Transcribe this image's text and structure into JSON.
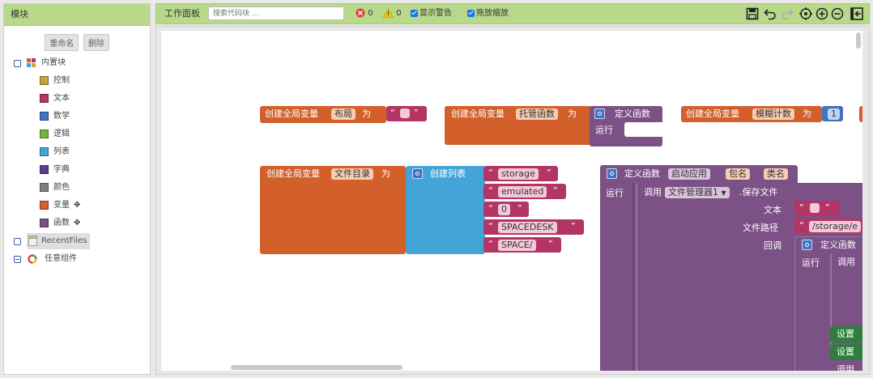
{
  "left_panel": {
    "title": "模块",
    "rename_button": "重命名",
    "delete_button": "删除",
    "tree": [
      {
        "label": "内置块",
        "icon": "builtin-blocks-icon"
      },
      {
        "label": "控制",
        "color": "#c8a43b"
      },
      {
        "label": "文本",
        "color": "#b33566"
      },
      {
        "label": "数学",
        "color": "#3f73c4"
      },
      {
        "label": "逻辑",
        "color": "#7ab23f"
      },
      {
        "label": "列表",
        "color": "#44a4d7"
      },
      {
        "label": "字典",
        "color": "#5a3d91"
      },
      {
        "label": "颜色",
        "color": "#7f7f7f"
      },
      {
        "label": "变量",
        "color": "#d35f2a"
      },
      {
        "label": "函数",
        "color": "#7c5186"
      },
      {
        "label": "RecentFiles",
        "icon": "recentfiles-icon"
      },
      {
        "label": "任意组件",
        "icon": "any-component-icon"
      }
    ]
  },
  "toolbar": {
    "title": "工作面板",
    "search_placeholder": "搜索代码块 ...",
    "error_count": "0",
    "warning_count": "0",
    "show_warnings": "显示警告",
    "drag_zoom": "拖放缩放"
  },
  "blocks": {
    "global": "创建全局变量",
    "as": "为",
    "v1": "布局",
    "v2": "托管函数",
    "v3": "模糊计数",
    "v4": "文件目录",
    "define_fn": "定义函数",
    "run": "运行",
    "create_list": "创建列表",
    "num1": "1",
    "list_items": [
      "storage",
      "emulated",
      "0",
      "SPACEDESK",
      "SPACE/"
    ],
    "start_app": "启动应用",
    "pkg": "包名",
    "cls": "类名",
    "call": "调用",
    "file_mgr": "文件管理器1",
    "save_file": ".保存文件",
    "text": "文本",
    "path": "文件路径",
    "callback": "回调",
    "path_value": "/storage/e",
    "set": "设置",
    "quote_open": "“",
    "quote_close": "”"
  }
}
